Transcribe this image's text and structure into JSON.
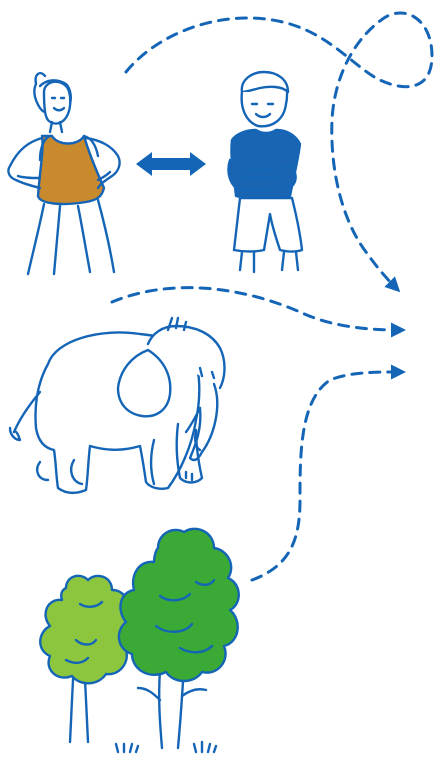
{
  "figure": {
    "figures": [
      {
        "name": "woman",
        "icon": "woman-figure-icon",
        "colors": {
          "stroke": "#1565b7",
          "top": "#c98a2e",
          "skin": "#ffffff"
        }
      },
      {
        "name": "man",
        "icon": "man-figure-icon",
        "colors": {
          "stroke": "#1565b7",
          "shirt": "#1a64b4"
        }
      },
      {
        "name": "elephant",
        "icon": "elephant-icon",
        "colors": {
          "stroke": "#1565b7"
        }
      },
      {
        "name": "trees",
        "icon": "trees-icon",
        "colors": {
          "stroke": "#1565b7",
          "back_tree": "#8cc63f",
          "front_tree": "#3aa935"
        }
      }
    ],
    "connectors": [
      {
        "from": "woman",
        "to": "man",
        "style": "solid",
        "arrowheads": "both"
      },
      {
        "from": "people",
        "to": "right",
        "style": "dashed",
        "arrowheads": "end"
      },
      {
        "from": "elephant",
        "to": "right",
        "style": "dashed",
        "arrowheads": "end"
      },
      {
        "from": "trees",
        "to": "right",
        "style": "dashed",
        "arrowheads": "end"
      }
    ],
    "colors": {
      "stroke": "#1565b7",
      "arrow": "#1565b7"
    }
  }
}
